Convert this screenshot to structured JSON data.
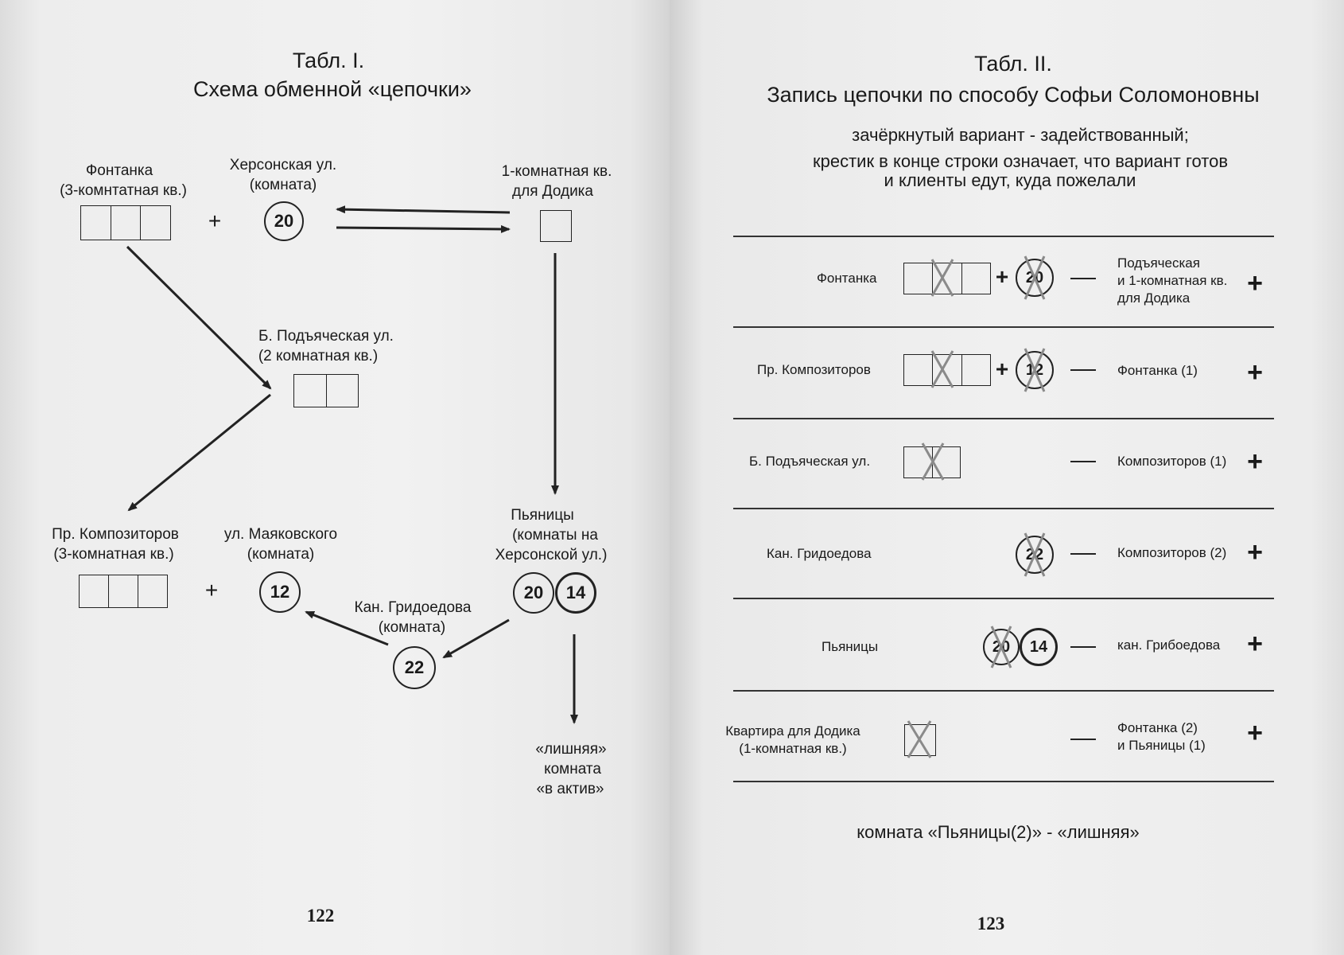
{
  "left": {
    "title": "Табл. I.",
    "subtitle": "Схема обменной «цепочки»",
    "fontanka": {
      "line1": "Фонтанка",
      "line2": "(3-комнтатная кв.)"
    },
    "khersonskaya": {
      "line1": "Херсонская ул.",
      "line2": "(комната)"
    },
    "dodik": {
      "line1": "1-комнатная кв.",
      "line2": "для Додика"
    },
    "podyacheskaya": {
      "line1": "Б. Подъяческая ул.",
      "line2": "(2 комнатная кв.)"
    },
    "kompozitorov": {
      "line1": "Пр. Композиторов",
      "line2": "(3-комнатная кв.)"
    },
    "mayakovskogo": {
      "line1": "ул. Маяковского",
      "line2": "(комната)"
    },
    "pyanitsy": {
      "line1": "Пьяницы",
      "line2": "(комнаты на",
      "line3": "Херсонской ул.)"
    },
    "griboedova": {
      "line1": "Кан. Гридоедова",
      "line2": "(комната)"
    },
    "extra": {
      "line1": "«лишняя»",
      "line2": "комната",
      "line3": "«в актив»"
    },
    "plus_sign": "+",
    "n20": "20",
    "n12": "12",
    "n14": "14",
    "n22": "22",
    "page_number": "122"
  },
  "right": {
    "title": "Табл. II.",
    "subtitle": "Запись цепочки по способу Софьи Соломоновны",
    "note1": "зачёркнутый вариант - задействованный;",
    "note2": "крестик в конце строки означает, что вариант готов",
    "note3": "и клиенты едут, куда пожелали",
    "rows": [
      {
        "name": "Фонтанка",
        "op": "+",
        "num": "20",
        "dest1": "Подъяческая",
        "dest2": "и 1-комнатная кв.",
        "dest3": "для Додика",
        "mark": "+"
      },
      {
        "name": "Пр. Композиторов",
        "op": "+",
        "num": "12",
        "dest1": "Фонтанка (1)",
        "mark": "+"
      },
      {
        "name": "Б. Подъяческая ул.",
        "dest1": "Композиторов (1)",
        "mark": "+"
      },
      {
        "name": "Кан. Гридоедова",
        "num": "22",
        "dest1": "Композиторов (2)",
        "mark": "+"
      },
      {
        "name": "Пьяницы",
        "num1": "20",
        "num2": "14",
        "dest1": "кан. Грибоедова",
        "mark": "+"
      },
      {
        "name1": "Квартира для Додика",
        "name2": "(1-комнатная кв.)",
        "dest1": "Фонтанка (2)",
        "dest2": "и Пьяницы (1)",
        "mark": "+"
      }
    ],
    "footer": "комната «Пьяницы(2)» - «лишняя»",
    "page_number": "123"
  },
  "colors": {
    "ink": "#1a1a1a",
    "cross": "#8a8a8a",
    "paper": "#efefef"
  }
}
